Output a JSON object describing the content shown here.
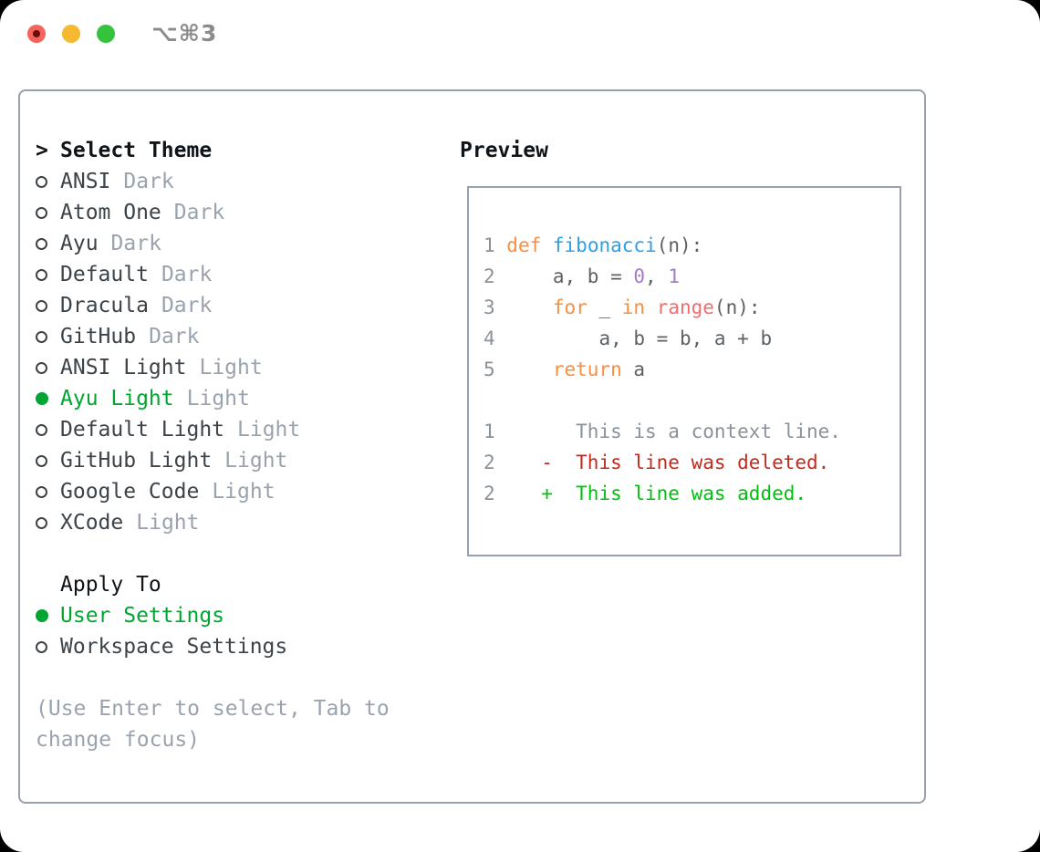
{
  "window": {
    "shortcut": "⌥⌘3",
    "traffic_lights": [
      "close",
      "minimize",
      "zoom"
    ]
  },
  "theme_picker": {
    "header_prefix": ">",
    "header": "Select Theme",
    "themes": [
      {
        "name": "ANSI",
        "variant": "Dark",
        "selected": false
      },
      {
        "name": "Atom One",
        "variant": "Dark",
        "selected": false
      },
      {
        "name": "Ayu",
        "variant": "Dark",
        "selected": false
      },
      {
        "name": "Default",
        "variant": "Dark",
        "selected": false
      },
      {
        "name": "Dracula",
        "variant": "Dark",
        "selected": false
      },
      {
        "name": "GitHub",
        "variant": "Dark",
        "selected": false
      },
      {
        "name": "ANSI Light",
        "variant": "Light",
        "selected": false
      },
      {
        "name": "Ayu Light",
        "variant": "Light",
        "selected": true
      },
      {
        "name": "Default Light",
        "variant": "Light",
        "selected": false
      },
      {
        "name": "GitHub Light",
        "variant": "Light",
        "selected": false
      },
      {
        "name": "Google Code",
        "variant": "Light",
        "selected": false
      },
      {
        "name": "XCode",
        "variant": "Light",
        "selected": false
      }
    ],
    "apply_to": {
      "header": "Apply To",
      "options": [
        {
          "name": "User Settings",
          "selected": true
        },
        {
          "name": "Workspace Settings",
          "selected": false
        }
      ]
    },
    "hint_lines": [
      "(Use Enter to select, Tab to",
      "change focus)"
    ]
  },
  "preview": {
    "title": "Preview",
    "lines": [
      [
        [
          "num",
          "1 "
        ],
        [
          "kw",
          "def"
        ],
        [
          "cd",
          " "
        ],
        [
          "fn",
          "fibonacci"
        ],
        [
          "cd",
          "(n):"
        ]
      ],
      [
        [
          "num",
          "2 "
        ],
        [
          "cd",
          "    a, b = "
        ],
        [
          "nm",
          "0"
        ],
        [
          "cd",
          ", "
        ],
        [
          "nm",
          "1"
        ]
      ],
      [
        [
          "num",
          "3 "
        ],
        [
          "cd",
          "    "
        ],
        [
          "kw",
          "for"
        ],
        [
          "cd",
          " _ "
        ],
        [
          "kw",
          "in"
        ],
        [
          "cd",
          " "
        ],
        [
          "rg",
          "range"
        ],
        [
          "cd",
          "(n):"
        ]
      ],
      [
        [
          "num",
          "4 "
        ],
        [
          "cd",
          "        a, b = b, a + b"
        ]
      ],
      [
        [
          "num",
          "5 "
        ],
        [
          "cd",
          "    "
        ],
        [
          "kw",
          "return"
        ],
        [
          "cd",
          " a"
        ]
      ],
      [],
      [
        [
          "num",
          "1"
        ],
        [
          "ctx",
          "       This is a context line."
        ]
      ],
      [
        [
          "num",
          "2"
        ],
        [
          "del",
          "    -  This line was deleted."
        ]
      ],
      [
        [
          "num",
          "2"
        ],
        [
          "add",
          "    +  This line was added."
        ]
      ]
    ]
  },
  "colors": {
    "panel_border": "#9aa1ac",
    "selection_green": "#00a532",
    "item_text": "#3c4349",
    "muted_text": "#9aa3ad",
    "header_text": "#0f1419",
    "code_default": "#5c6166",
    "line_number": "#8a9199",
    "keyword_orange": "#fa8d3e",
    "function_blue": "#2b9fe8",
    "number_purple": "#a37acc",
    "builtin_coral": "#f26d6d",
    "diff_deleted_red": "#c5291c",
    "diff_added_green": "#00c20d",
    "traffic_red": "#f4635c",
    "traffic_yellow": "#f5b831",
    "traffic_green": "#35c23c"
  }
}
